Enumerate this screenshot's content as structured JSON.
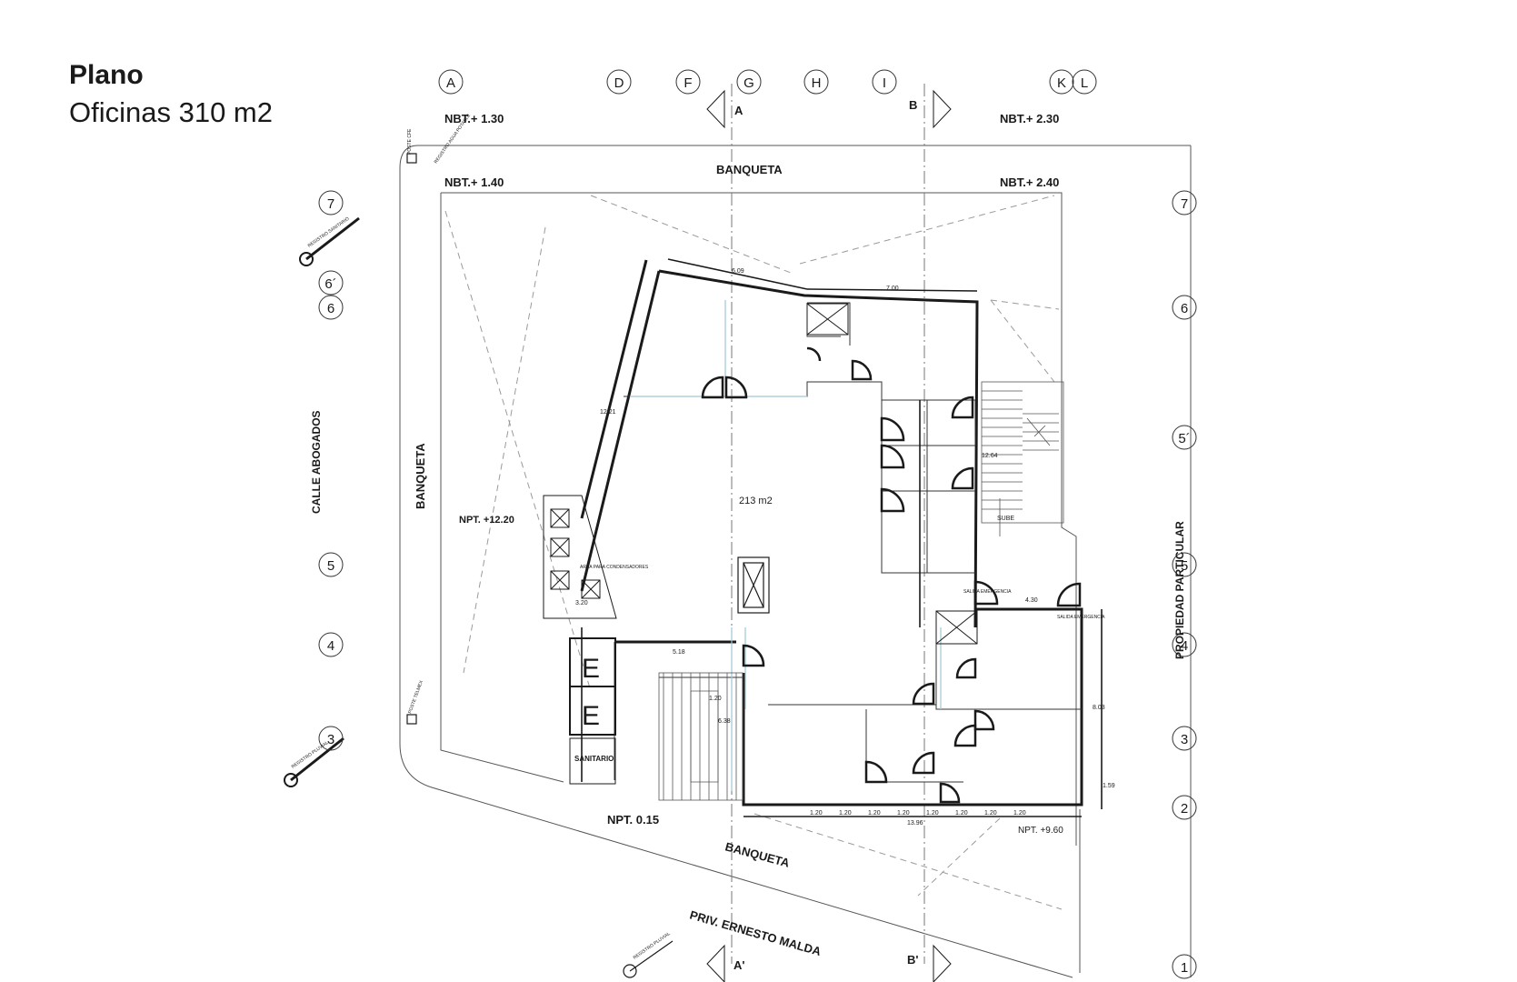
{
  "header": {
    "title": "Plano",
    "subtitle": "Oficinas 310 m2"
  },
  "grid": {
    "columns": [
      "A",
      "D",
      "F",
      "G",
      "H",
      "I",
      "K",
      "L"
    ],
    "rows_left": [
      "7",
      "6´",
      "6",
      "5",
      "4",
      "3"
    ],
    "rows_right": [
      "7",
      "6",
      "5´",
      "5",
      "4",
      "3",
      "2",
      "1"
    ]
  },
  "sections": {
    "a": "A",
    "b": "B",
    "a2": "A'",
    "b2": "B'"
  },
  "levels": {
    "nbt_a": "NBT.+ 1.30",
    "nbt_b": "NBT.+ 2.30",
    "nbt_c": "NBT.+ 1.40",
    "nbt_d": "NBT.+ 2.40",
    "npt_terrace": "NPT. +12.20",
    "npt_front": "NPT. 0.15",
    "npt_right": "NPT. +9.60"
  },
  "streets": {
    "top": "BANQUETA",
    "left": "BANQUETA",
    "bottom": "BANQUETA",
    "calle": "CALLE ABOGADOS",
    "priv": "PRIV. ERNESTO MALDA",
    "prop": "PROPIEDAD PARTICULAR"
  },
  "rooms": {
    "area": "213 m2",
    "sanitario": "SANITARIO",
    "elevator": "E",
    "sube": "SUBE",
    "salida_1": "SALIDA EMERGENCIA",
    "salida_2": "SALIDA EMERGENCIA",
    "area_cond": "AREA PARA CONDENSADORES"
  },
  "dims": {
    "d1": "6.09",
    "d2": "7.00",
    "d3": "12.21",
    "d4": "12.64",
    "d5": "3.20",
    "d6": "5.18",
    "d7": "1.20",
    "d8": "6.38",
    "d9": "4.30",
    "d10": "8.03",
    "d11": "1.59",
    "d12": "13.96",
    "seg": "1.20"
  },
  "utility": {
    "poste_cfe": "POSTE CFE",
    "registro_agua": "REGISTRO AGUA POTABLE",
    "poste_telmex": "POSTE TELMEX",
    "registro_sanitario": "REGISTRO SANITARIO",
    "registro_pluvial": "REGISTRO PLUVIAL",
    "registro_pluvial_2": "REGISTRO PLUVIAL"
  },
  "colors": {
    "line": "#1a1a1a",
    "thin": "#555555",
    "dash": "#9a9a9a",
    "glass": "#9fc6d6"
  }
}
